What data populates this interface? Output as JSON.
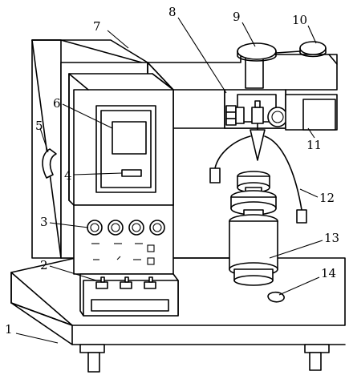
{
  "figure": {
    "labels": [
      "1",
      "2",
      "3",
      "4",
      "5",
      "6",
      "7",
      "8",
      "9",
      "10",
      "11",
      "12",
      "13",
      "14"
    ]
  },
  "colors": {
    "line": "#000000",
    "background": "#ffffff"
  }
}
